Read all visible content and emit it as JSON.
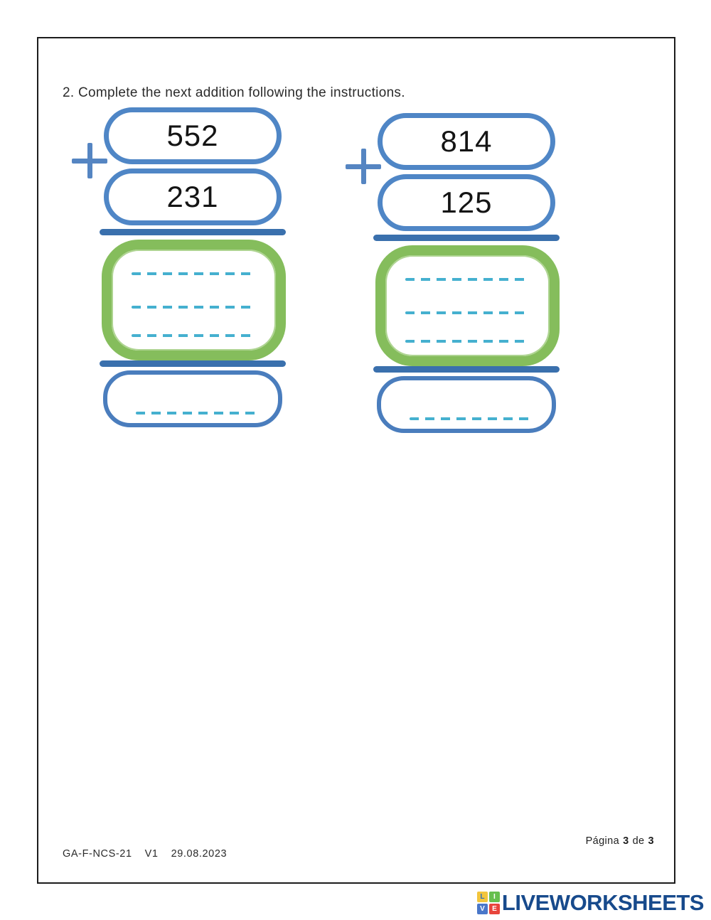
{
  "page": {
    "title": "2. Complete the next addition following the instructions.",
    "footer": {
      "document_code": "GA-F-NCS-21",
      "version": "V1",
      "date": "29.08.2023"
    },
    "pagination": {
      "label": "Página",
      "current_page": "3",
      "separator": "de",
      "total_pages": "3"
    }
  },
  "problems": [
    {
      "operator": "+",
      "addend1": "552",
      "addend2": "231"
    },
    {
      "operator": "+",
      "addend1": "814",
      "addend2": "125"
    }
  ],
  "branding": {
    "logo_text": "LIVEWORKSHEETS",
    "tiles": [
      "L",
      "I",
      "V",
      "E"
    ]
  },
  "colors": {
    "pill_border_blue": "#4f86c6",
    "result_pill_blue": "#4a7dbd",
    "sum_line_blue": "#3a70ad",
    "plus_blue": "#5585c2",
    "answer_box_green": "#85bd5c",
    "dash_cyan": "#45b0cf",
    "logo_navy": "#174a8c",
    "tile_yellow": "#f2c53d",
    "tile_green": "#67bf4e",
    "tile_blue": "#4a77c9",
    "tile_red": "#e8453c"
  }
}
